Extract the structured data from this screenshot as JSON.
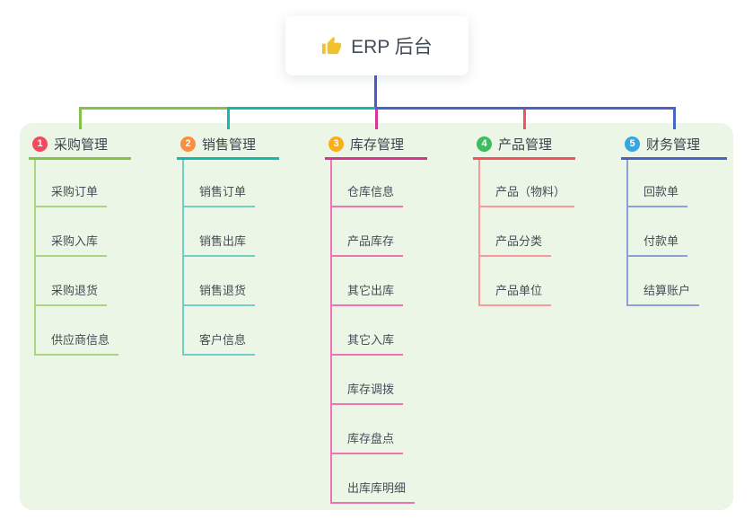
{
  "root": {
    "title": "ERP 后台",
    "icon": "thumbs-up-icon"
  },
  "branches": [
    {
      "badge": "1",
      "title": "采购管理",
      "badge_color": "#f5495e",
      "line_color": "#85c24b",
      "child_line_color": "#a9d583",
      "children": [
        "采购订单",
        "采购入库",
        "采购退货",
        "供应商信息"
      ]
    },
    {
      "badge": "2",
      "title": "销售管理",
      "badge_color": "#fb8e3f",
      "line_color": "#16b7ae",
      "child_line_color": "#72cfc7",
      "children": [
        "销售订单",
        "销售出库",
        "销售退货",
        "客户信息"
      ]
    },
    {
      "badge": "3",
      "title": "库存管理",
      "badge_color": "#fbae17",
      "line_color": "#d6368f",
      "child_line_color": "#ef74b3",
      "children": [
        "仓库信息",
        "产品库存",
        "其它出库",
        "其它入库",
        "库存调拨",
        "库存盘点",
        "出库库明细"
      ]
    },
    {
      "badge": "4",
      "title": "产品管理",
      "badge_color": "#3dbd61",
      "line_color": "#f2545c",
      "child_line_color": "#f79a9c",
      "children": [
        "产品（物料）",
        "产品分类",
        "产品单位"
      ]
    },
    {
      "badge": "5",
      "title": "财务管理",
      "badge_color": "#36a6e0",
      "line_color": "#4a63c6",
      "child_line_color": "#8da0d6",
      "children": [
        "回款单",
        "付款单",
        "结算账户"
      ]
    }
  ],
  "colors": {
    "panel_bg": "#ecf6e6",
    "root_stem": "#4a5cc5",
    "thumb_icon": "#f2c12e"
  }
}
